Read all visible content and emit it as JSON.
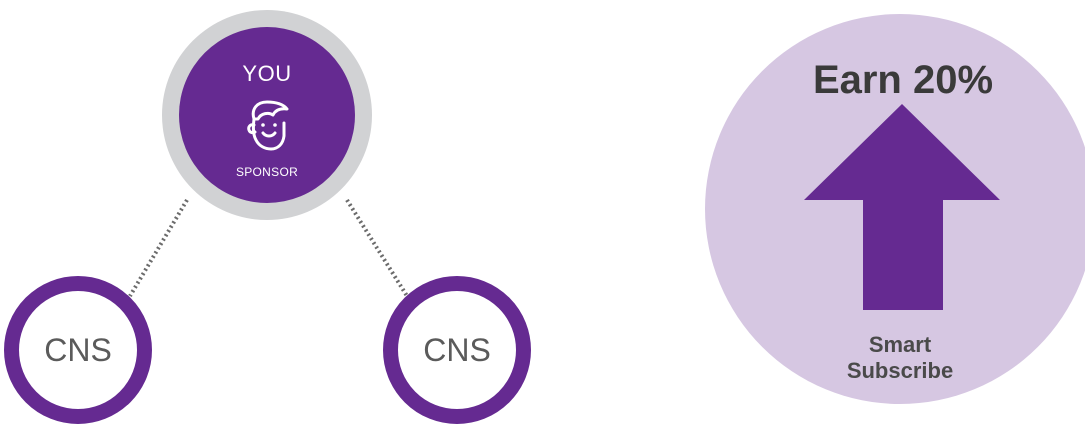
{
  "colors": {
    "accent": "#652a91",
    "sponsor_ring": "#d1d2d4",
    "highlight_bg": "#d6c7e2",
    "connector": "#6b6b6b"
  },
  "sponsor": {
    "top_label": "YOU",
    "bottom_label": "SPONSOR",
    "icon": "face-icon"
  },
  "children": [
    {
      "label": "CNS"
    },
    {
      "label": "CNS"
    }
  ],
  "reward": {
    "title": "Earn 20%",
    "icon": "up-arrow-icon",
    "caption_line1": "Smart",
    "caption_line2": "Subscribe"
  }
}
